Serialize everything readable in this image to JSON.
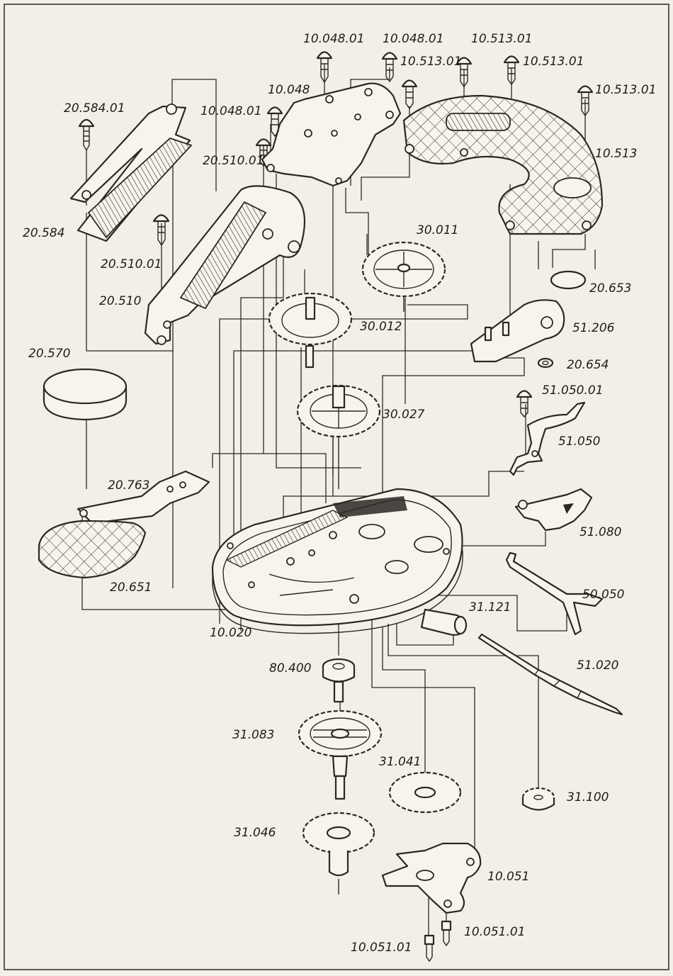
{
  "labels": {
    "l_10_048_01_a": "10.048.01",
    "l_10_048_01_b": "10.048.01",
    "l_10_513_01_a": "10.513.01",
    "l_10_513_01_b": "10.513.01",
    "l_10_513_01_c": "10.513.01",
    "l_10_513_01_d": "10.513.01",
    "l_10_048": "10.048",
    "l_10_048_01_c": "10.048.01",
    "l_20_584_01": "20.584.01",
    "l_20_510_01_a": "20.510.01",
    "l_10_513": "10.513",
    "l_20_584": "20.584",
    "l_30_011": "30.011",
    "l_20_510_01_b": "20.510.01",
    "l_20_653": "20.653",
    "l_20_510": "20.510",
    "l_30_012": "30.012",
    "l_51_206": "51.206",
    "l_20_570": "20.570",
    "l_20_654": "20.654",
    "l_51_050_01": "51.050.01",
    "l_30_027": "30.027",
    "l_51_050": "51.050",
    "l_20_763": "20.763",
    "l_51_080": "51.080",
    "l_20_651": "20.651",
    "l_50_050": "50.050",
    "l_31_121": "31.121",
    "l_10_020": "10.020",
    "l_80_400": "80.400",
    "l_51_020": "51.020",
    "l_31_083": "31.083",
    "l_31_041": "31.041",
    "l_31_100": "31.100",
    "l_31_046": "31.046",
    "l_10_051": "10.051",
    "l_10_051_01_a": "10.051.01",
    "l_10_051_01_b": "10.051.01"
  }
}
